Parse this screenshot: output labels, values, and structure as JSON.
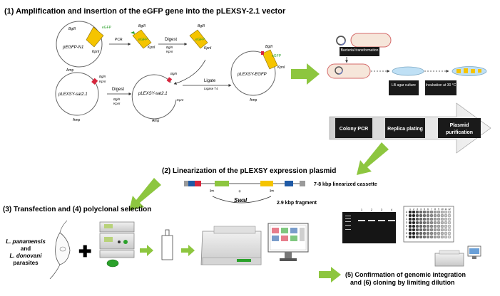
{
  "headings": {
    "step1": "(1)  Amplification and insertion of the eGFP gene into the pLEXSY-2.1 vector",
    "step2": "(2) Linearization of the pLEXSY expression plasmid",
    "step3": "(3) Transfection and (4) polyclonal selection",
    "step5_line1": "(5) Confirmation of genomic integration",
    "step5_line2": "and (6) cloning by limiting dilution"
  },
  "plasmids": {
    "pegfp": {
      "name": "pEGFP-N1",
      "bglII": "BglII",
      "egfp": "eGFP",
      "kpnI": "KpnI",
      "amp": "Amp"
    },
    "pcr_fragment": {
      "bglII": "BglII",
      "egfp": "eGFP",
      "kpnI": "KpnI"
    },
    "digest_fragment": {
      "bglII": "BglII",
      "egfp": "eGFP",
      "kpnI": "KpnI"
    },
    "plexsy_sat": {
      "name": "pLEXSY-sat2.1",
      "bglII": "BglII",
      "kpnI": "KpnI",
      "amp": "Amp"
    },
    "plexsy_sat_cut": {
      "name": "pLEXSY-sat2.1",
      "bglII": "BglII",
      "kpnI": "KpnI",
      "amp": "Amp"
    },
    "plexsy_egfp": {
      "name": "pLEXSY-EGFP",
      "bglII": "BglII",
      "egfp": "eGFP",
      "kpnI": "KpnI",
      "amp": "Amp"
    }
  },
  "arrows": {
    "pcr": "PCR",
    "digest_top": "Digest",
    "digest_top_sites": [
      "BglII",
      "KpnI"
    ],
    "digest_bottom": "Digest",
    "digest_bottom_sites": [
      "BglII",
      "KpnI"
    ],
    "ligate": "Ligate",
    "ligase": "Ligase T4"
  },
  "bacteria": {
    "transformation": "Bacterial transformation",
    "agar": "LB agar culture",
    "incubation": "Incubation at 30 °C"
  },
  "screening": [
    "Colony PCR",
    "Replica plating",
    "Plasmid purification"
  ],
  "cassette": {
    "size_label": "7-8 kbp linearized cassette",
    "enzyme": "SwaI",
    "fragment": "2.9 kbp fragment",
    "plus": "+"
  },
  "parasites": {
    "species1": "L. panamensis",
    "and1": "and",
    "species2": "L. donovani",
    "parasites_word": "parasites"
  },
  "plus_symbol": "✚",
  "gel_lanes": [
    "1",
    "2",
    "3",
    "4"
  ],
  "plate": {
    "columns": [
      "1",
      "2",
      "3",
      "4",
      "5",
      "6",
      "7",
      "8",
      "9",
      "10",
      "11",
      "12"
    ],
    "rows": [
      "A",
      "B",
      "C",
      "D",
      "E",
      "F",
      "G",
      "H"
    ]
  },
  "colors": {
    "arrow_green": "#8dc63f",
    "egfp_yellow": "#f5c400",
    "screen_box": "#1a1a1a",
    "blue_box": "#1f5aa6"
  }
}
